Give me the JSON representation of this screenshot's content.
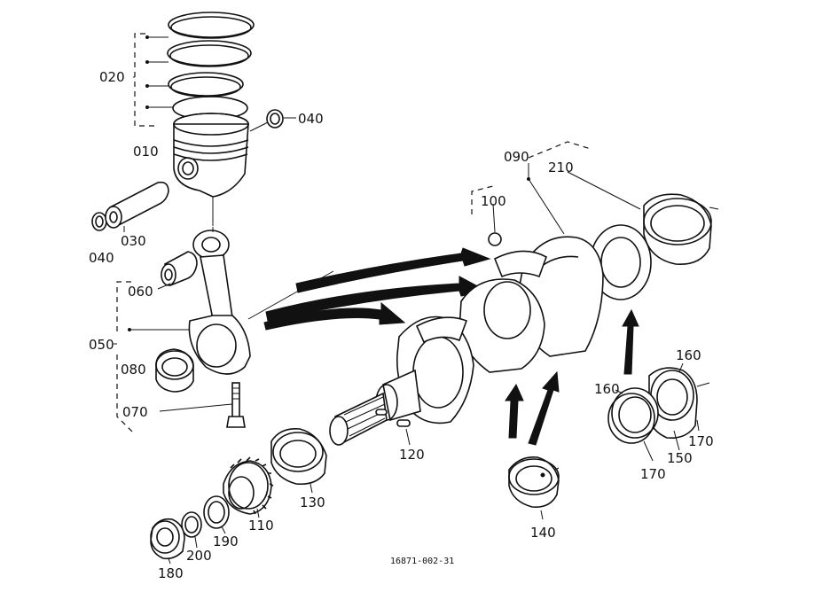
{
  "diagram": {
    "part_labels": {
      "p020": "020",
      "p040a": "040",
      "p010": "010",
      "p030": "030",
      "p040b": "040",
      "p060": "060",
      "p050": "050",
      "p080": "080",
      "p070": "070",
      "p090": "090",
      "p100": "100",
      "p210": "210",
      "p160a": "160",
      "p160b": "160",
      "p150": "150",
      "p170a": "170",
      "p170b": "170",
      "p120": "120",
      "p130": "130",
      "p140": "140",
      "p110": "110",
      "p190": "190",
      "p200": "200",
      "p180": "180"
    },
    "drawing_number": "16871-002-31"
  }
}
